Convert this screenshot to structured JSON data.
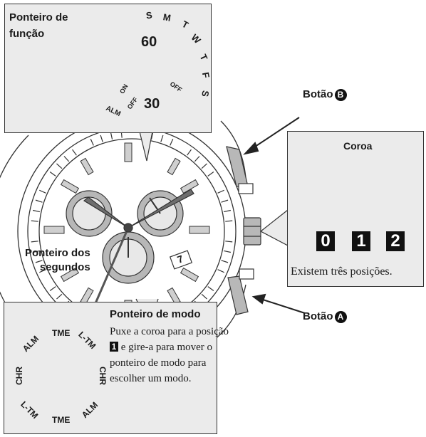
{
  "function_hand_callout": {
    "title_line1": "Ponteiro de",
    "title_line2": "função",
    "dial_days": [
      "S",
      "M",
      "T",
      "W",
      "T",
      "F",
      "S"
    ],
    "dial_upper_number": "60",
    "dial_lower_number": "30",
    "dial_on": "ON",
    "dial_off_left": "OFF",
    "dial_off_right": "OFF",
    "dial_alm": "ALM"
  },
  "seconds_hand_label": {
    "line1": "Ponteiro dos",
    "line2": "segundos"
  },
  "button_b": {
    "text": "Botão",
    "badge": "B"
  },
  "button_a": {
    "text": "Botão",
    "badge": "A"
  },
  "crown_callout": {
    "title": "Coroa",
    "positions": [
      "0",
      "1",
      "2"
    ],
    "caption": "Existem três posições."
  },
  "date_window": "7",
  "mode_hand_callout": {
    "title": "Ponteiro de modo",
    "line1": "Puxe a coroa para a posição",
    "line2_badge": "1",
    "line2_text": " e gire-a para mover o",
    "line3": "ponteiro de modo para",
    "line4": "escolher um modo.",
    "dial_labels": [
      "TME",
      "L-TM",
      "CHR",
      "ALM",
      "TME",
      "L-TM",
      "CHR",
      "ALM"
    ]
  },
  "colors": {
    "panel": "#ebebeb",
    "subdial": "#b7b7b7",
    "hand": "#555555",
    "outline": "#333333"
  }
}
